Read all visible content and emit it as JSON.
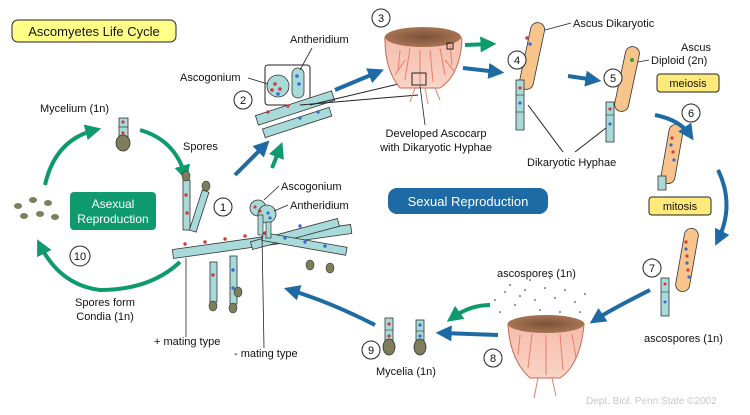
{
  "title": "Ascomyetes Life Cycle",
  "sexual_label": "Sexual Reproduction",
  "asexual_label_1": "Asexual",
  "asexual_label_2": "Reproduction",
  "labels": {
    "mycelium": "Mycelium (1n)",
    "spores": "Spores",
    "ascogonium_1": "Ascogonium",
    "antheridium_1": "Antheridium",
    "ascogonium_2": "Ascogonium",
    "antheridium_2": "Antheridium",
    "ascocarp_1": "Developed Ascocarp",
    "ascocarp_2": "with Dikaryotic Hyphae",
    "ascus_dikaryotic": "Ascus Dikaryotic",
    "ascus_diploid_1": "Ascus",
    "ascus_diploid_2": "Diploid (2n)",
    "meiosis": "meiosis",
    "mitosis": "mitosis",
    "dikaryotic_hyphae": "Dikaryotic Hyphae",
    "ascospores_top": "ascospores (1n)",
    "ascospores_right": "ascospores (1n)",
    "mycelia": "Mycelia (1n)",
    "spores_form_1": "Spores form",
    "spores_form_2": "Condia (1n)",
    "plus_mating": "+ mating type",
    "minus_mating": "- mating type",
    "credit": "Dept. Biol. Penn State ©2002"
  },
  "steps": [
    "1",
    "2",
    "3",
    "4",
    "5",
    "6",
    "7",
    "8",
    "9",
    "10"
  ],
  "colors": {
    "title_bg": "#ffff88",
    "pill_bg": "#ffe97a",
    "green": "#0e9a6c",
    "blue": "#1d6aa5",
    "hypha_fill": "#a8dada",
    "ascus_fill": "#f7c48c",
    "spore_fill": "#7e7e5c",
    "ascocarp": "#e4806a"
  }
}
